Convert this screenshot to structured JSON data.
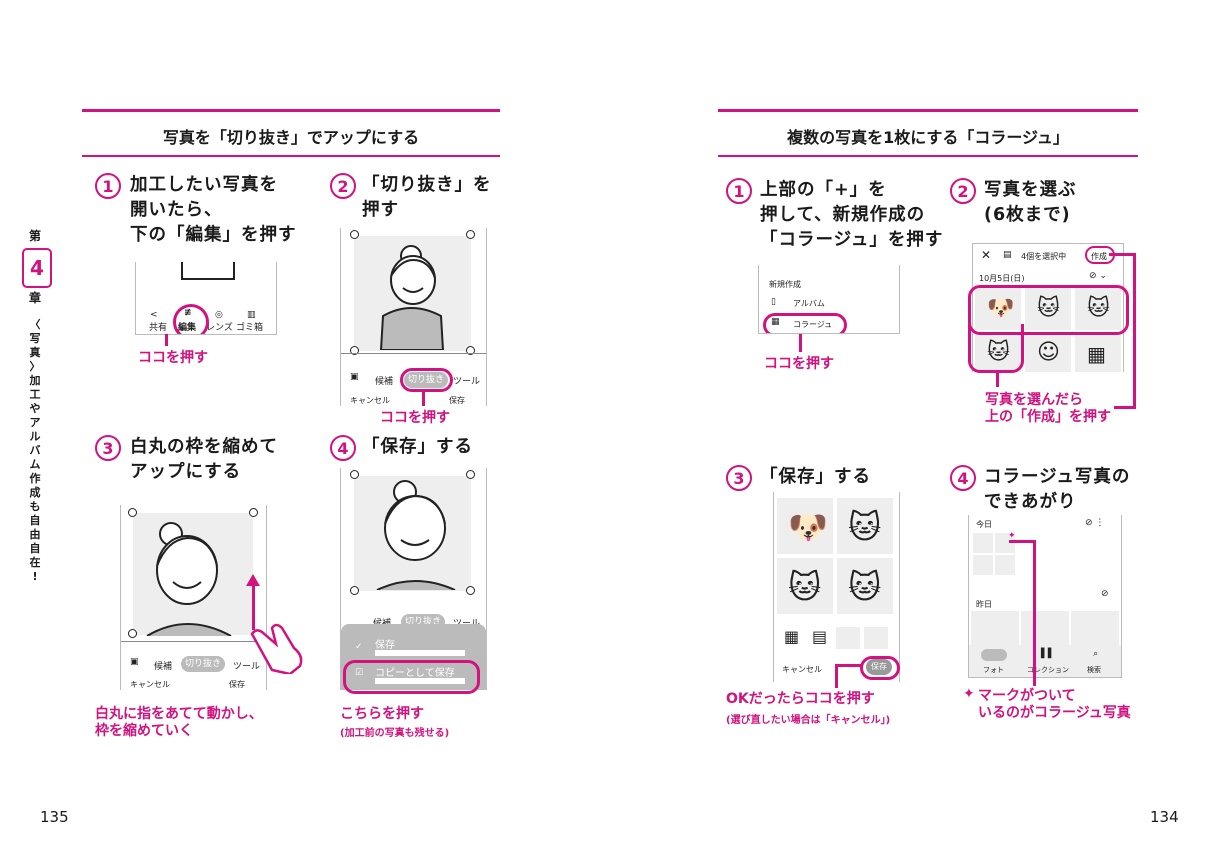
{
  "left_page": {
    "section_title": "写真を「切り抜き」でアップにする",
    "page_number": "135",
    "chapter": {
      "prefix": "第",
      "number": "4",
      "suffix": "章",
      "title_lines": [
        "〈",
        "写",
        "真",
        "〉",
        "加",
        "工",
        "や",
        "ア",
        "ル",
        "バ",
        "ム",
        "作",
        "成",
        "も",
        "自",
        "由",
        "自",
        "在",
        "!"
      ]
    },
    "steps": [
      {
        "num": "1",
        "text": "加工したい写真を\n開いたら、\n下の「編集」を押す"
      },
      {
        "num": "2",
        "text": "「切り抜き」を\n押す"
      },
      {
        "num": "3",
        "text": "白丸の枠を縮めて\nアップにする"
      },
      {
        "num": "4",
        "text": "「保存」する"
      }
    ],
    "screen1": {
      "buttons": [
        "共有",
        "編集",
        "レンズ",
        "ゴミ箱"
      ],
      "icons": [
        "share-icon",
        "edit-icon",
        "lens-icon",
        "trash-icon"
      ],
      "callout": "ココを押す"
    },
    "screen2": {
      "toolbar": [
        "候補",
        "切り抜き",
        "ツール"
      ],
      "cancel": "キャンセル",
      "save": "保存",
      "callout": "ココを押す"
    },
    "screen3": {
      "toolbar": [
        "候補",
        "切り抜き",
        "ツール"
      ],
      "cancel": "キャンセル",
      "save": "保存",
      "callout": "白丸に指をあてて動かし、\n枠を縮めていく"
    },
    "screen4": {
      "menu": [
        "保存",
        "コピーとして保存"
      ],
      "toolbar": [
        "候補",
        "切り抜き",
        "ツール"
      ],
      "callout": "こちらを押す",
      "callout_sub": "(加工前の写真も残せる)"
    }
  },
  "right_page": {
    "section_title": "複数の写真を1枚にする「コラージュ」",
    "page_number": "134",
    "steps": [
      {
        "num": "1",
        "text": "上部の「+」を\n押して、新規作成の\n「コラージュ」を押す"
      },
      {
        "num": "2",
        "text": "写真を選ぶ\n(6枚まで)"
      },
      {
        "num": "3",
        "text": "「保存」する"
      },
      {
        "num": "4",
        "text": "コラージュ写真の\nできあがり"
      }
    ],
    "screen1": {
      "menu_title": "新規作成",
      "items": [
        "アルバム",
        "コラージュ"
      ],
      "callout": "ココを押す"
    },
    "screen2": {
      "header": "4個を選択中",
      "create": "作成",
      "date": "10月5日(日)",
      "callout": "写真を選んだら\n上の「作成」を押す"
    },
    "screen3": {
      "cancel": "キャンセル",
      "save": "保存",
      "callout": "OKだったらココを押す",
      "callout_sub": "(選び直したい場合は「キャンセル」)"
    },
    "screen4": {
      "today": "今日",
      "yesterday": "昨日",
      "tabs": [
        "フォト",
        "コレクション",
        "検索"
      ],
      "callout": "マークがついて\nいるのがコラージュ写真"
    }
  },
  "colors": {
    "accent": "#d1127f",
    "text": "#1a1a1a"
  }
}
